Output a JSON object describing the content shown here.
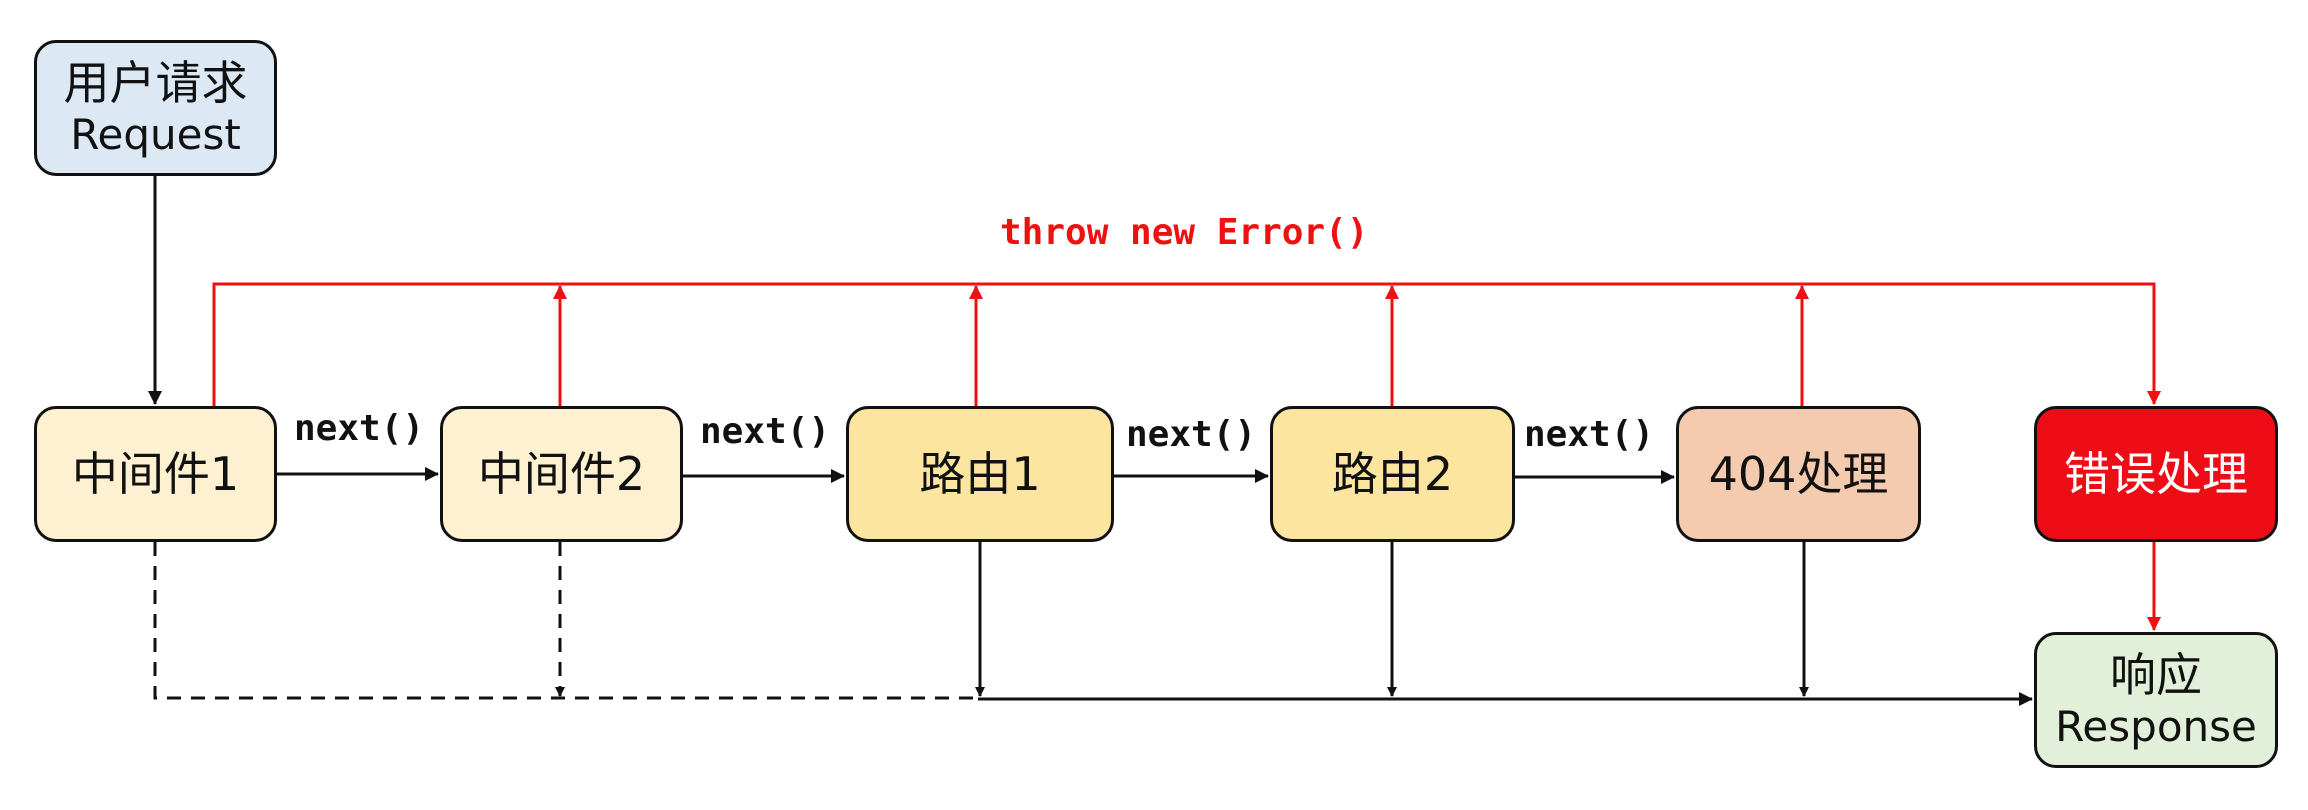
{
  "nodes": {
    "request": {
      "line1": "用户请求",
      "line2": "Request"
    },
    "mw1": {
      "label": "中间件1"
    },
    "mw2": {
      "label": "中间件2"
    },
    "route1": {
      "label": "路由1"
    },
    "route2": {
      "label": "路由2"
    },
    "notfound": {
      "label": "404处理"
    },
    "error": {
      "label": "错误处理"
    },
    "response": {
      "line1": "响应",
      "line2": "Response"
    }
  },
  "edges": {
    "next_label": "next()",
    "error_label": "throw new Error()"
  },
  "colors": {
    "request_fill": "#dce9f5",
    "middleware_fill": "#fdf1d1",
    "route_fill": "#fbe59f",
    "notfound_fill": "#f5cbaf",
    "error_fill": "#ee0d16",
    "response_fill": "#e2efd9",
    "error_line": "#ee1111",
    "line": "#111111"
  }
}
